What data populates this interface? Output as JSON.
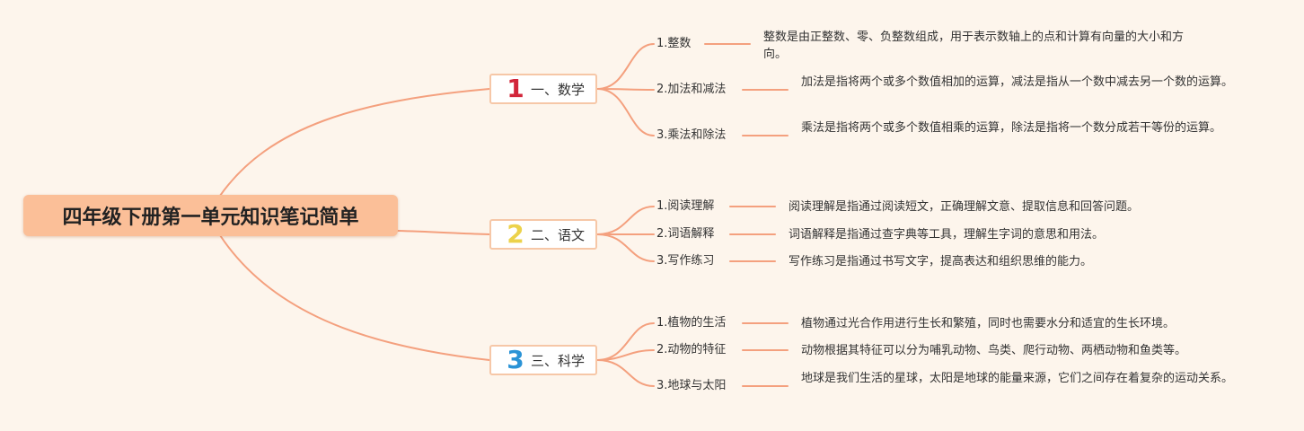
{
  "title": "四年级下册第一单元知识笔记简单",
  "colors": {
    "line": "#f4a07e",
    "root_bg": "#fbbf98",
    "num1": "#d2263a",
    "num2": "#ecd24a",
    "num3": "#2a93d6"
  },
  "branches": [
    {
      "num": "1",
      "label": "一、数学",
      "items": [
        {
          "label": "1.整数",
          "desc": "整数是由正整数、零、负整数组成，用于表示数轴上的点和计算有向量的大小和方向。"
        },
        {
          "label": "2.加法和减法",
          "desc": "加法是指将两个或多个数值相加的运算，减法是指从一个数中减去另一个数的运算。"
        },
        {
          "label": "3.乘法和除法",
          "desc": "乘法是指将两个或多个数值相乘的运算，除法是指将一个数分成若干等份的运算。"
        }
      ]
    },
    {
      "num": "2",
      "label": "二、语文",
      "items": [
        {
          "label": "1.阅读理解",
          "desc": "阅读理解是指通过阅读短文，正确理解文意、提取信息和回答问题。"
        },
        {
          "label": "2.词语解释",
          "desc": "词语解释是指通过查字典等工具，理解生字词的意思和用法。"
        },
        {
          "label": "3.写作练习",
          "desc": "写作练习是指通过书写文字，提高表达和组织思维的能力。"
        }
      ]
    },
    {
      "num": "3",
      "label": "三、科学",
      "items": [
        {
          "label": "1.植物的生活",
          "desc": "植物通过光合作用进行生长和繁殖，同时也需要水分和适宜的生长环境。"
        },
        {
          "label": "2.动物的特征",
          "desc": "动物根据其特征可以分为哺乳动物、鸟类、爬行动物、两栖动物和鱼类等。"
        },
        {
          "label": "3.地球与太阳",
          "desc": "地球是我们生活的星球，太阳是地球的能量来源，它们之间存在着复杂的运动关系。"
        }
      ]
    }
  ]
}
